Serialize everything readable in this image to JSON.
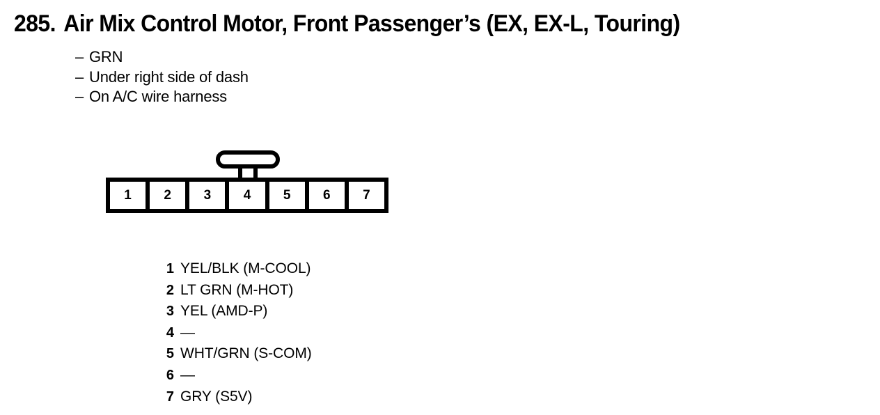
{
  "header": {
    "number": "285.",
    "title": "Air Mix Control Motor, Front Passenger’s (EX, EX-L, Touring)"
  },
  "notes": {
    "bullet": "–",
    "items": [
      "GRN",
      "Under right side of dash",
      "On A/C wire harness"
    ]
  },
  "connector": {
    "cavities": [
      "1",
      "2",
      "3",
      "4",
      "5",
      "6",
      "7"
    ],
    "tab_position_cavity": "4",
    "colors": {
      "outline": "#000000",
      "fill": "#ffffff"
    }
  },
  "pinout": [
    {
      "pin": "1",
      "label": "YEL/BLK (M-COOL)"
    },
    {
      "pin": "2",
      "label": "LT GRN (M-HOT)"
    },
    {
      "pin": "3",
      "label": "YEL (AMD-P)"
    },
    {
      "pin": "4",
      "label": "—"
    },
    {
      "pin": "5",
      "label": "WHT/GRN (S-COM)"
    },
    {
      "pin": "6",
      "label": "—"
    },
    {
      "pin": "7",
      "label": "GRY (S5V)"
    }
  ]
}
